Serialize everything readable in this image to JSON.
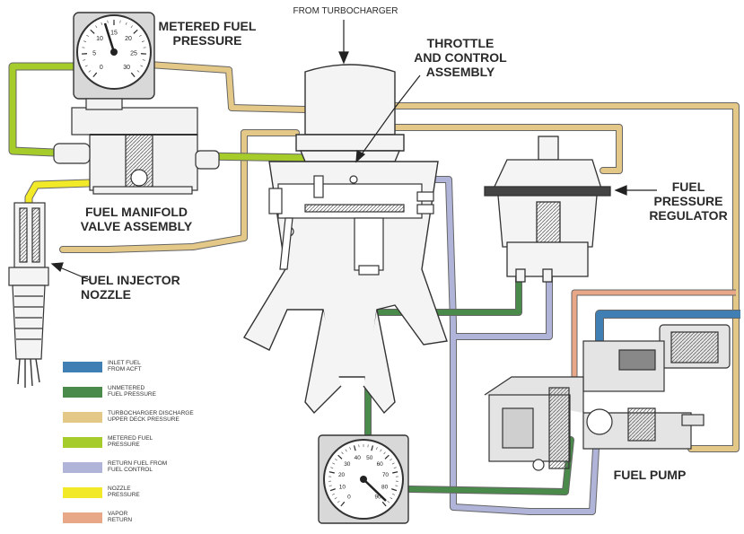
{
  "colors": {
    "inlet": "#3f7fb4",
    "unmetered": "#4a8a4a",
    "turbo": "#e3c888",
    "metered": "#a6cc2c",
    "return": "#b0b4d8",
    "nozzle": "#f2ea28",
    "vapor": "#e8a888",
    "outline": "#333333",
    "body": "#f4f4f4"
  },
  "labels": {
    "from_turbo": "FROM TURBOCHARGER",
    "metered_gauge": "METERED FUEL\nPRESSURE",
    "throttle": "THROTTLE\nAND CONTROL\nASSEMBLY",
    "regulator": "FUEL\nPRESSURE\nREGULATOR",
    "manifold": "FUEL MANIFOLD\nVALVE ASSEMBLY",
    "injector": "FUEL INJECTOR\nNOZZLE",
    "pump": "FUEL PUMP"
  },
  "legend": [
    {
      "key": "inlet",
      "text": "INLET FUEL\nFROM ACFT"
    },
    {
      "key": "unmetered",
      "text": "UNMETERED\nFUEL PRESSURE"
    },
    {
      "key": "turbo",
      "text": "TURBOCHARGER DISCHARGE\nUPPER DECK PRESSURE"
    },
    {
      "key": "metered",
      "text": "METERED FUEL\nPRESSURE"
    },
    {
      "key": "return",
      "text": "RETURN FUEL FROM\nFUEL CONTROL"
    },
    {
      "key": "nozzle",
      "text": "NOZZLE\nPRESSURE"
    },
    {
      "key": "vapor",
      "text": "VAPOR\nRETURN"
    }
  ],
  "gauges": {
    "metered_ticks": [
      "0",
      "5",
      "10",
      "15",
      "20",
      "25",
      "30"
    ],
    "pump_ticks": [
      "0",
      "10",
      "20",
      "30",
      "40",
      "50",
      "60",
      "70",
      "80",
      "90"
    ]
  }
}
